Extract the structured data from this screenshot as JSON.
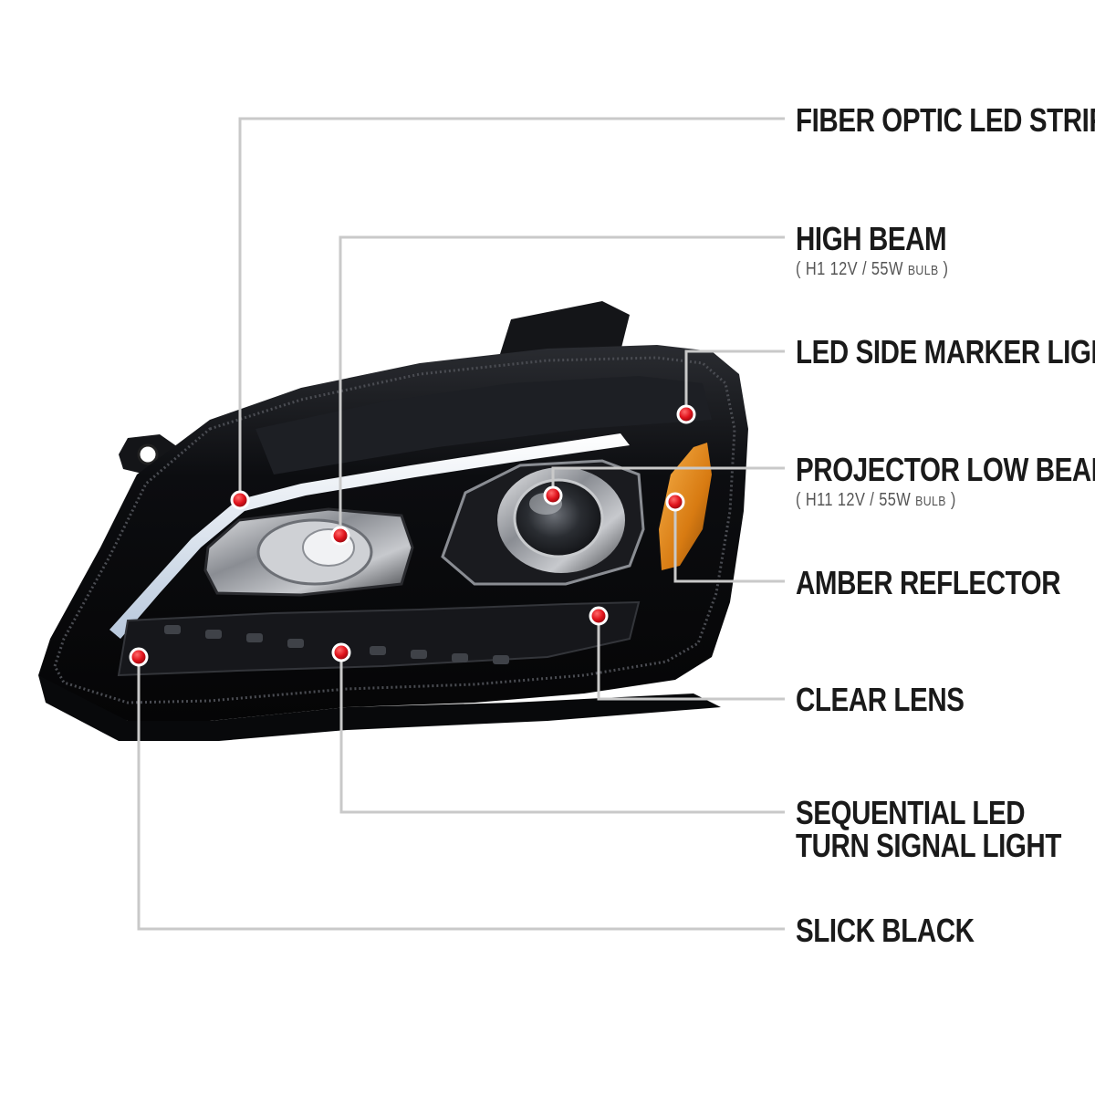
{
  "colors": {
    "leader_line": "#c9c9c9",
    "marker_dot": "#e0131c",
    "housing": "#0c0d10",
    "drl_strip": "#dfe8f2",
    "amber": "#e08a1c",
    "label_text": "#1a1a1a"
  },
  "callouts": {
    "fiber_optic": {
      "title": "FIBER OPTIC LED STRIP"
    },
    "high_beam": {
      "title": "HIGH BEAM",
      "sub_open": "( H1  12V / 55W ",
      "sub_unit": "BULB",
      "sub_close": " )"
    },
    "side_marker": {
      "title": "LED SIDE MARKER LIGHT"
    },
    "projector": {
      "title": "PROJECTOR LOW BEAM",
      "sub_open": "( H11  12V / 55W ",
      "sub_unit": "BULB",
      "sub_close": " )"
    },
    "amber": {
      "title": "AMBER REFLECTOR"
    },
    "clear_lens": {
      "title": "CLEAR LENS"
    },
    "sequential": {
      "title_line1": "SEQUENTIAL LED",
      "title_line2": "TURN SIGNAL LIGHT"
    },
    "slick_black": {
      "title": "SLICK BLACK"
    }
  }
}
